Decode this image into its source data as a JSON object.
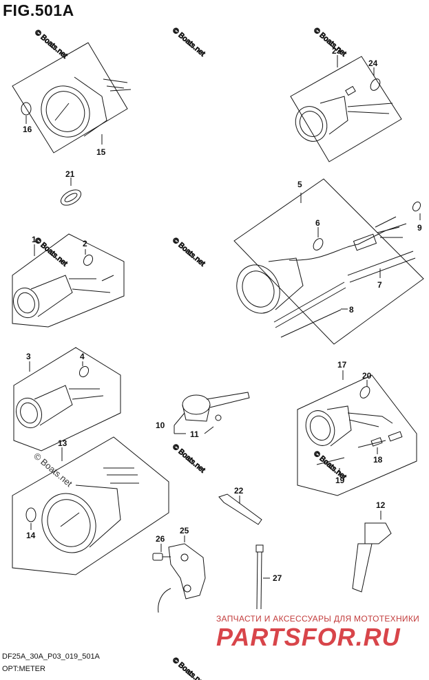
{
  "figure": {
    "title": "FIG.501A",
    "code": "DF25A_30A_P03_019_501A",
    "subtitle": "OPT:METER"
  },
  "watermark": "© Boats.net",
  "watermark_main": "© Boats.net",
  "ad": {
    "tagline": "ЗАПЧАСТИ И АКСЕССУАРЫ ДЛЯ МОТОТЕХНИКИ",
    "logo_text": "PARTSFOR.RU",
    "color": "#d8454a"
  },
  "callouts": [
    "1",
    "2",
    "3",
    "4",
    "5",
    "6",
    "7",
    "8",
    "9",
    "10",
    "11",
    "12",
    "13",
    "14",
    "15",
    "16",
    "17",
    "18",
    "19",
    "20",
    "21",
    "22",
    "23",
    "24",
    "25",
    "26",
    "27"
  ]
}
